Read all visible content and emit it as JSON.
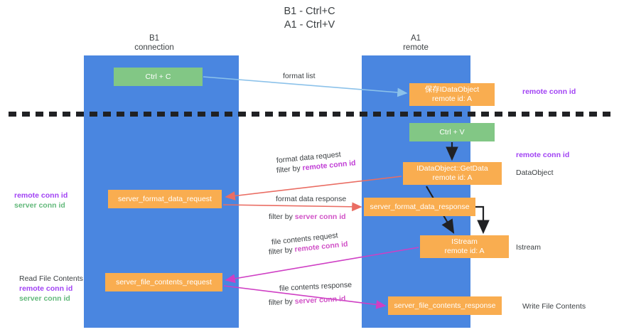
{
  "title": {
    "line1": "B1 - Ctrl+C",
    "line2": "A1 - Ctrl+V"
  },
  "lanes": [
    {
      "id": "b1",
      "name": "B1",
      "subtitle": "connection"
    },
    {
      "id": "a1",
      "name": "A1",
      "subtitle": "remote"
    }
  ],
  "nodes": {
    "ctrl_c": {
      "line1": "Ctrl + C",
      "line2": "",
      "color": "#82c785"
    },
    "store_idata": {
      "line1": "保存IDataObject",
      "line2": "remote id: A",
      "color": "#f9ad50"
    },
    "ctrl_v": {
      "line1": "Ctrl + V",
      "line2": "",
      "color": "#82c785"
    },
    "getdata": {
      "line1": "IDataObject::GetData",
      "line2": "remote id: A",
      "color": "#f9ad50"
    },
    "sfd_request": {
      "line1": "server_format_data_request",
      "line2": "",
      "color": "#f9ad50"
    },
    "sfd_response": {
      "line1": "server_format_data_response",
      "line2": "",
      "color": "#f9ad50"
    },
    "istream": {
      "line1": "IStream",
      "line2": "remote id: A",
      "color": "#f9ad50"
    },
    "sfc_request": {
      "line1": "server_file_contents_request",
      "line2": "",
      "color": "#f9ad50"
    },
    "sfc_response": {
      "line1": "server_file_contents_response",
      "line2": "",
      "color": "#f9ad50"
    }
  },
  "edge_labels": {
    "format_list": "format list",
    "format_data_request": "format data request",
    "format_data_request_filter_prefix": "filter by ",
    "format_data_request_filter_key": "remote conn id",
    "format_data_response": "format data response",
    "format_data_response_filter_prefix": "filter by ",
    "format_data_response_filter_key": "server conn id",
    "file_contents_request": "file contents request",
    "file_contents_request_filter_prefix": "filter by ",
    "file_contents_request_filter_key": "remote conn id",
    "file_contents_response": "file contents response",
    "file_contents_response_filter_prefix": "filter by ",
    "file_contents_response_filter_key": "server conn id"
  },
  "side_notes": {
    "right_remote_conn_id_top": "remote conn id",
    "right_remote_conn_id_mid": "remote conn id",
    "right_dataobject": "DataObject",
    "right_istream": "Istream",
    "right_write_file_contents": "Write File Contents",
    "left_remote_conn_id": "remote conn id",
    "left_server_conn_id": "server conn id",
    "left_read_file_contents": "Read File Contents",
    "left_remote_conn_id_2": "remote conn id",
    "left_server_conn_id_2": "server conn id"
  },
  "colors": {
    "lane": "#4a86e0",
    "green_node": "#82c785",
    "orange_node": "#f9ad50",
    "divider": "#202124",
    "arrow_blue": "#8cc2ea",
    "arrow_red": "#ea6d63",
    "arrow_magenta": "#cf3fc4",
    "arrow_black": "#202124",
    "text_purple": "#a142f4",
    "text_green": "#63b97b"
  }
}
